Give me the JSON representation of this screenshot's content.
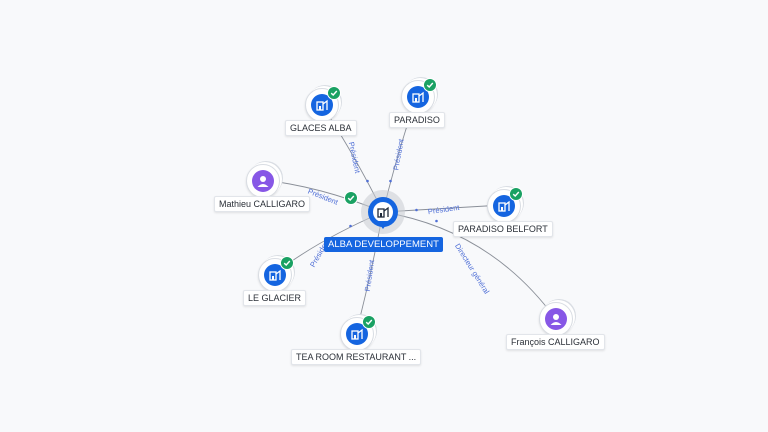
{
  "center": {
    "label": "ALBA DEVELOPPEMENT",
    "icon": "building-icon"
  },
  "nodes": [
    {
      "id": "glaces-alba",
      "label": "GLACES ALBA",
      "type": "company",
      "icon": "building-icon",
      "verified": true
    },
    {
      "id": "paradiso",
      "label": "PARADISO",
      "type": "company",
      "icon": "building-icon",
      "verified": true
    },
    {
      "id": "mathieu",
      "label": "Mathieu CALLIGARO",
      "type": "person",
      "icon": "person-icon",
      "verified": false
    },
    {
      "id": "paradiso-belfort",
      "label": "PARADISO BELFORT",
      "type": "company",
      "icon": "building-icon",
      "verified": true
    },
    {
      "id": "le-glacier",
      "label": "LE GLACIER",
      "type": "company",
      "icon": "building-icon",
      "verified": true
    },
    {
      "id": "tea-room",
      "label": "TEA ROOM RESTAURANT ...",
      "type": "company",
      "icon": "building-icon",
      "verified": true
    },
    {
      "id": "francois",
      "label": "François CALLIGARO",
      "type": "person",
      "icon": "person-icon",
      "verified": false
    }
  ],
  "edges": [
    {
      "target": "glaces-alba",
      "label": "Président"
    },
    {
      "target": "paradiso",
      "label": "Président"
    },
    {
      "target": "mathieu",
      "label": "Président"
    },
    {
      "target": "paradiso-belfort",
      "label": "Président"
    },
    {
      "target": "le-glacier",
      "label": "Président"
    },
    {
      "target": "tea-room",
      "label": "Président"
    },
    {
      "target": "francois",
      "label": "Directeur général"
    }
  ],
  "colors": {
    "company": "#1565e0",
    "person": "#8757e6",
    "verified": "#1aa163",
    "edge": "#8a8f98",
    "edge_label": "#4f6fd6"
  }
}
